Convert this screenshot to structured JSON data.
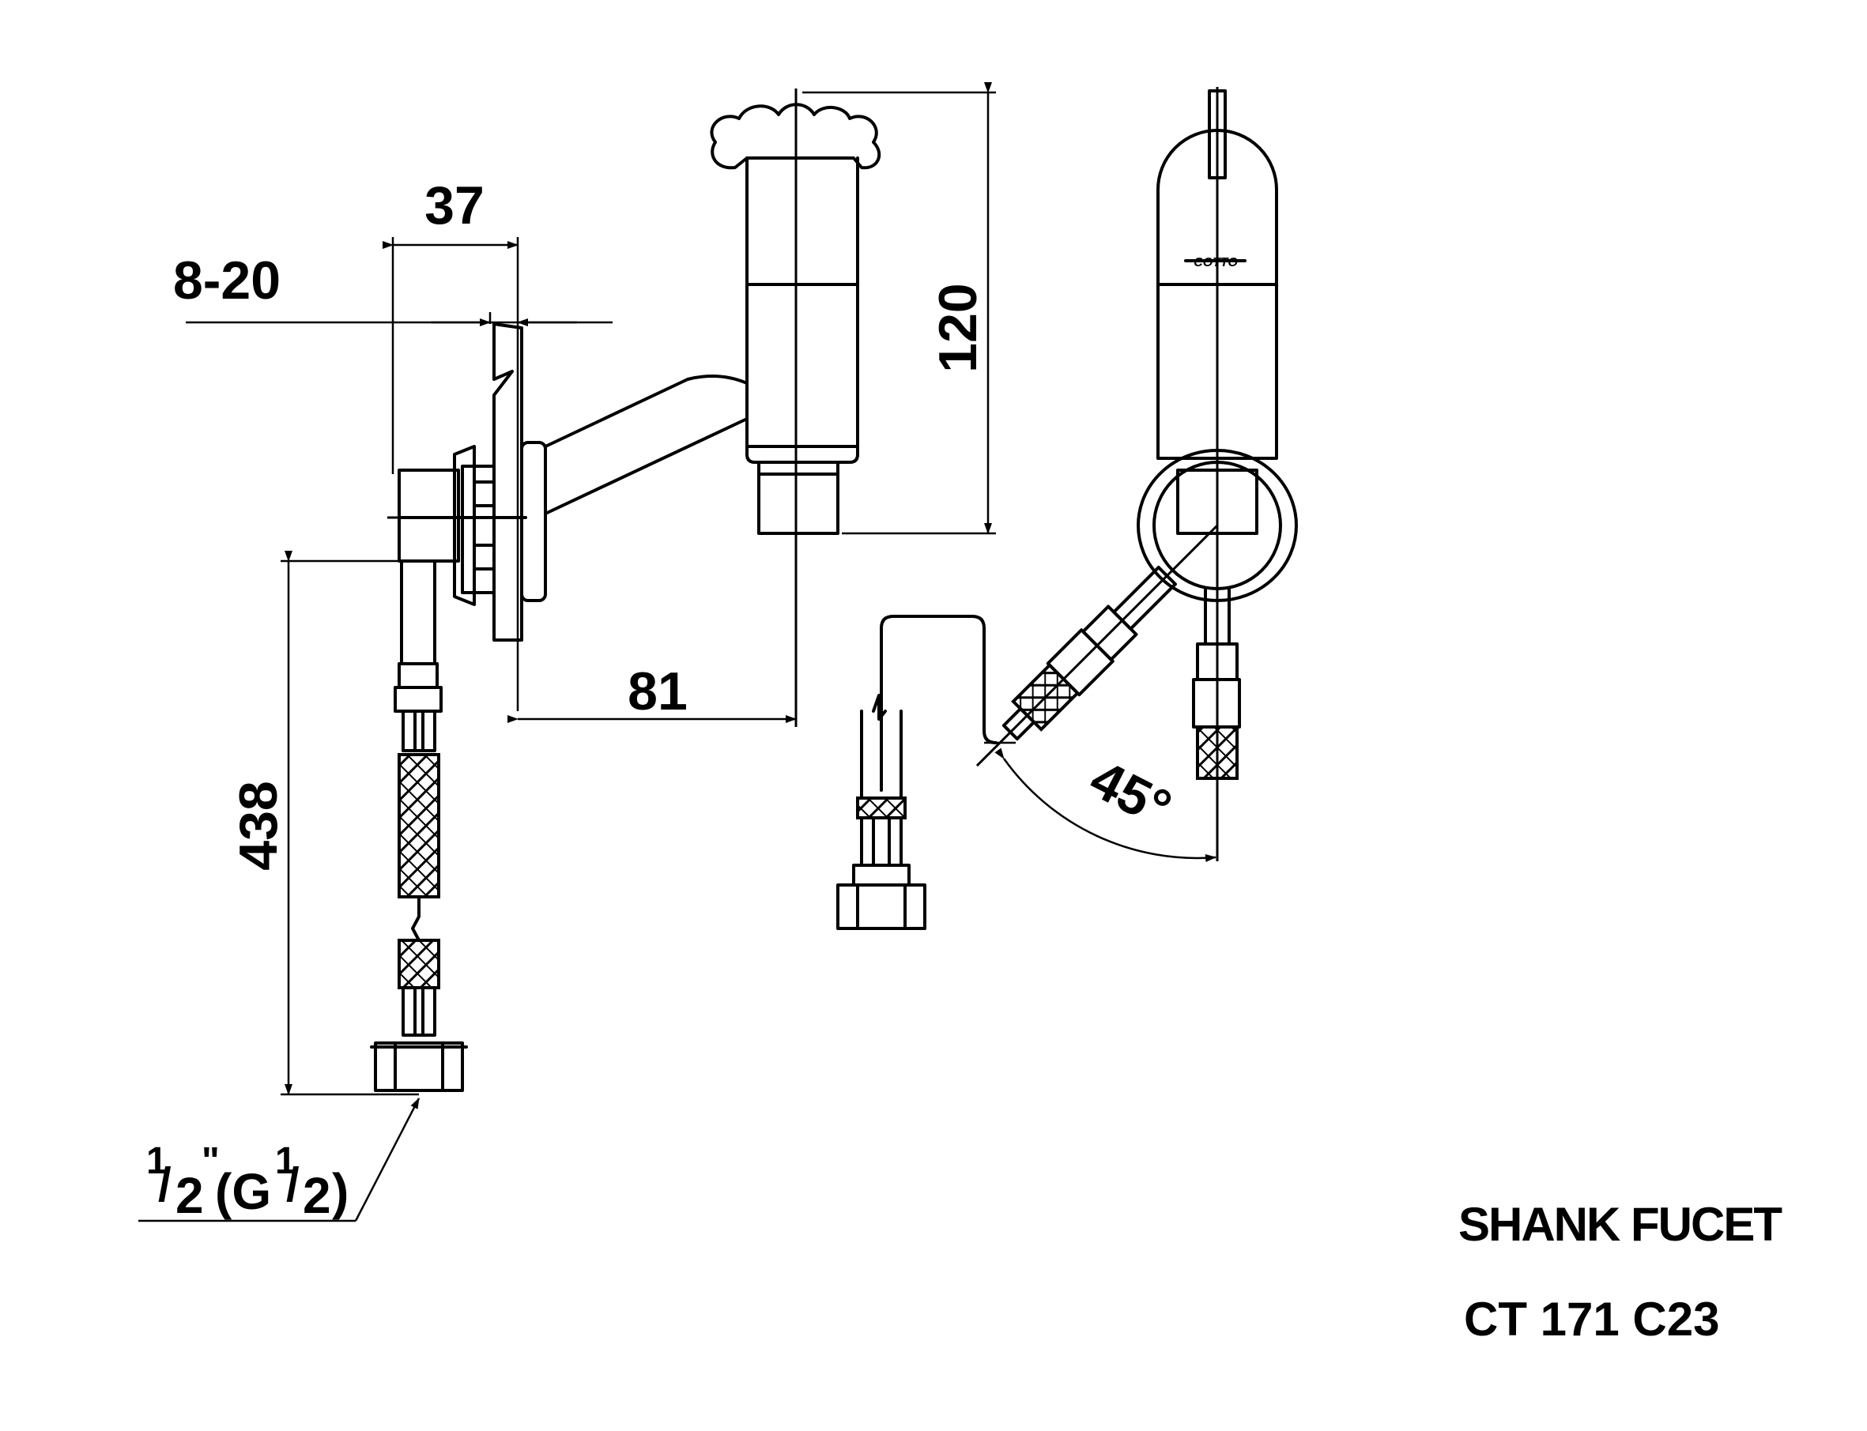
{
  "dimensions": {
    "d37": "37",
    "d8_20": "8-20",
    "d120": "120",
    "d81": "81",
    "d438": "438",
    "d45": "45°",
    "thread_a": "1",
    "thread_b": "/",
    "thread_c": "2",
    "thread_d": "\"",
    "thread_e": "(G",
    "thread_f": "1",
    "thread_g": "/",
    "thread_h": "2",
    "thread_i": ")"
  },
  "logo_text": "COTTO",
  "title": {
    "name": "SHANK FUCET",
    "model": "CT 171 C23"
  }
}
